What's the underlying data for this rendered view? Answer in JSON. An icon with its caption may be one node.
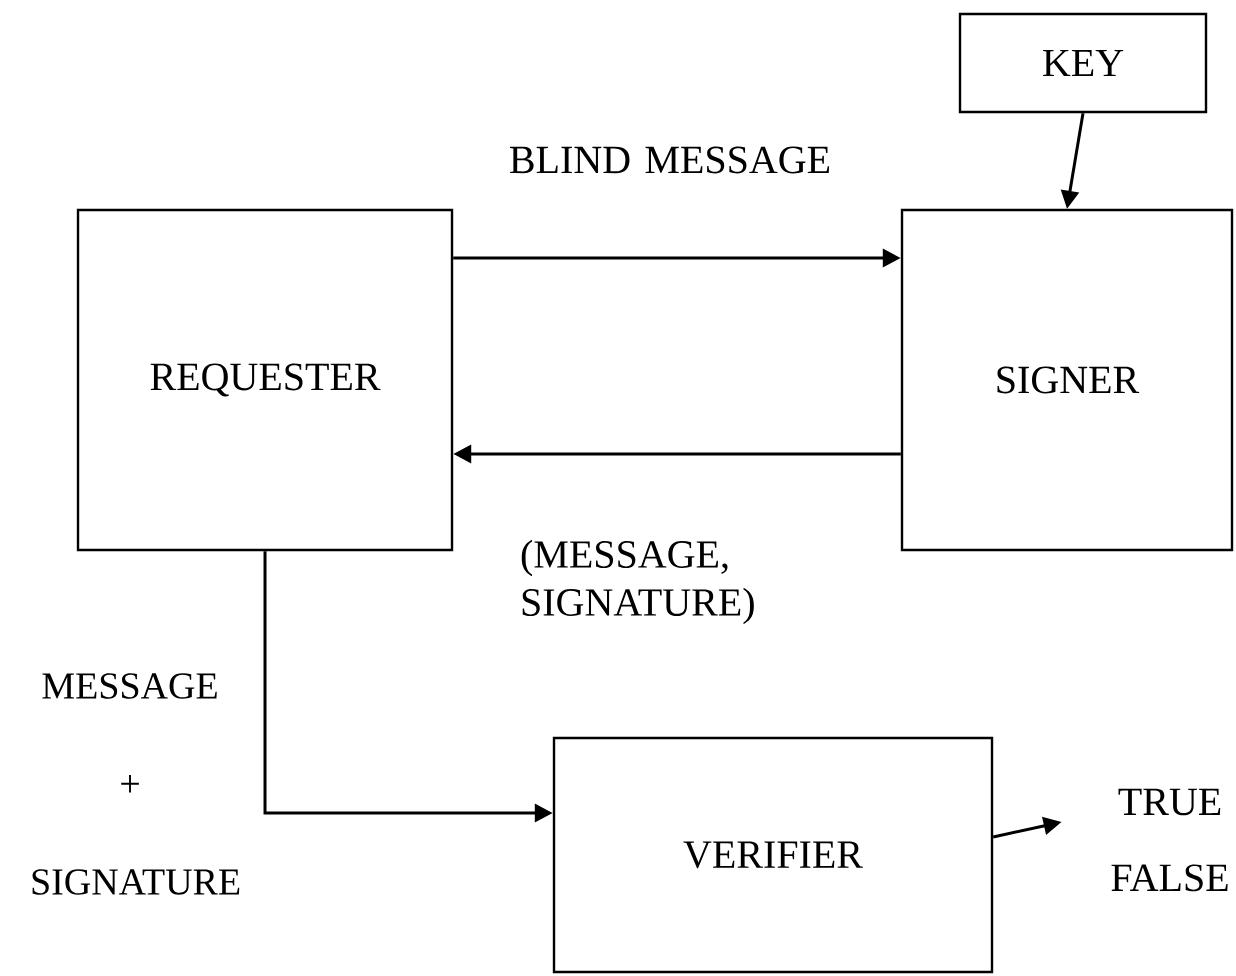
{
  "diagram": {
    "nodes": [
      {
        "text": [
          "KEY"
        ]
      },
      {
        "text": [
          "REQUESTER"
        ]
      },
      {
        "text": [
          "SIGNER"
        ]
      },
      {
        "text": [
          "VERIFIER"
        ]
      },
      {
        "text": [
          "TRUE",
          "FALSE"
        ]
      }
    ],
    "edges": [
      {
        "from": 0,
        "to": 2,
        "arrow": "to"
      },
      {
        "from": 1,
        "to": 2,
        "arrow": "to",
        "label": "BLIND MESSAGE"
      },
      {
        "from": 2,
        "to": 1,
        "arrow": "to",
        "label": "(MESSAGE, SIGNATURE)"
      },
      {
        "from": 1,
        "to": 3,
        "arrow": "to",
        "label": "MESSAGE + SIGNATURE"
      },
      {
        "from": 3,
        "to": 4,
        "arrow": "to"
      }
    ]
  }
}
